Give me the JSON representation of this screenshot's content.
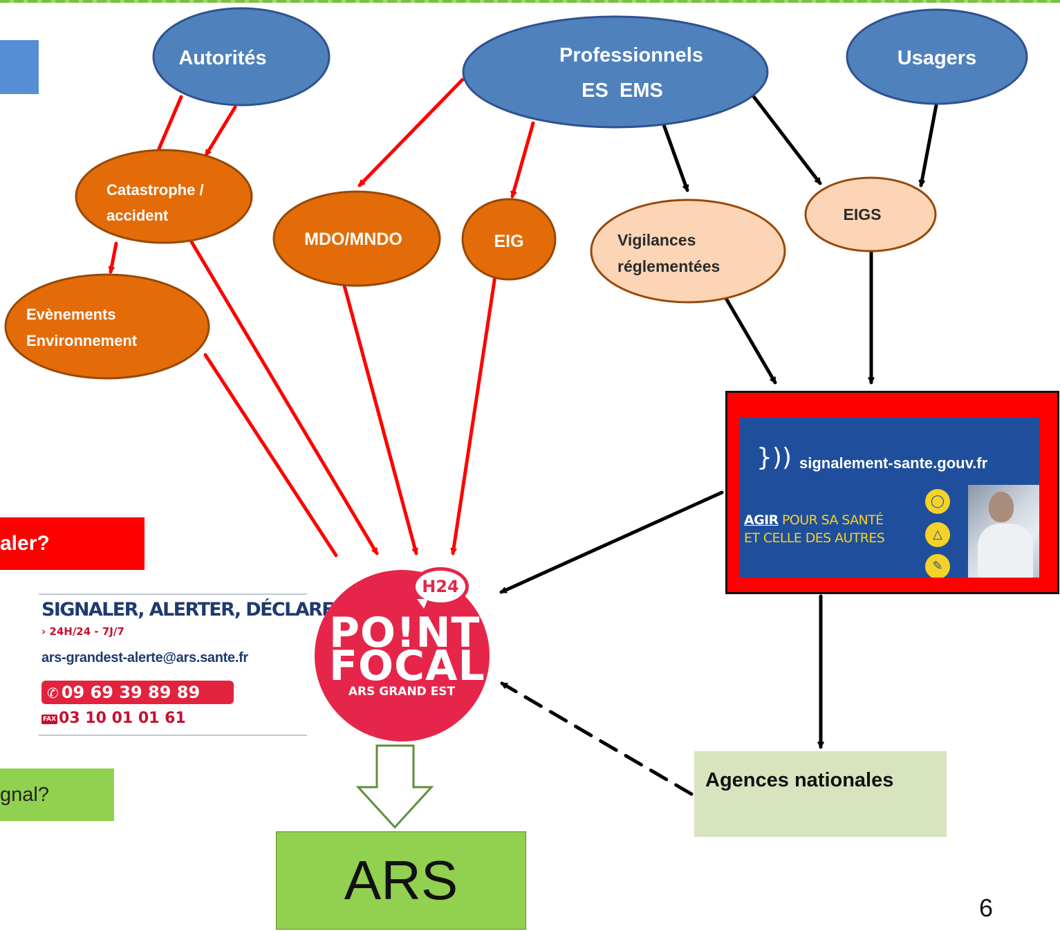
{
  "sources": {
    "autorites": "Autorités",
    "professionnels_line1": "Professionnels",
    "professionnels_line2": "ES  EMS",
    "usagers": "Usagers"
  },
  "events": {
    "catastrophe_line1": "Catastrophe /",
    "catastrophe_line2": "accident",
    "evenements_line1": "Evènements",
    "evenements_line2": "Environnement",
    "mdo": "MDO/MNDO",
    "eig": "EIG",
    "vigilances_line1": "Vigilances",
    "vigilances_line2": "réglementées",
    "eigs": "EIGS"
  },
  "left_banners": {
    "red_partial": "aler?",
    "green_partial": "gnal?"
  },
  "signal_card": {
    "title": "SIGNALER, ALERTER, DÉCLARER",
    "hours": "› 24H/24 - 7J/7",
    "email": "ars-grandest-alerte@ars.sante.fr",
    "phone": "09 69 39 89 89",
    "fax_label": "FAX",
    "fax": "03 10 01 01 61"
  },
  "point_focal": {
    "badge": "H24",
    "line1": "PO!NT",
    "line2": "FOCAL",
    "line3": "ARS GRAND EST"
  },
  "signalement": {
    "url": "signalement-sante.gouv.fr",
    "agir": "AGIR",
    "line1_rest": " POUR SA SANTÉ",
    "line2": "ET CELLE DES AUTRES"
  },
  "agences": "Agences nationales",
  "ars": "ARS",
  "page_number": "6",
  "colors": {
    "source_fill": "#4f81bd",
    "source_stroke": "#2f528f",
    "event_dark_fill": "#e36c09",
    "event_light_fill": "#fbd5b5",
    "event_stroke": "#984807",
    "arrow_red": "#ff0000",
    "arrow_black": "#000000",
    "green_box": "#92d050",
    "agences_fill": "#d7e4bd",
    "point_focal_red": "#e5264a",
    "signalement_blue": "#1f4f9c"
  }
}
